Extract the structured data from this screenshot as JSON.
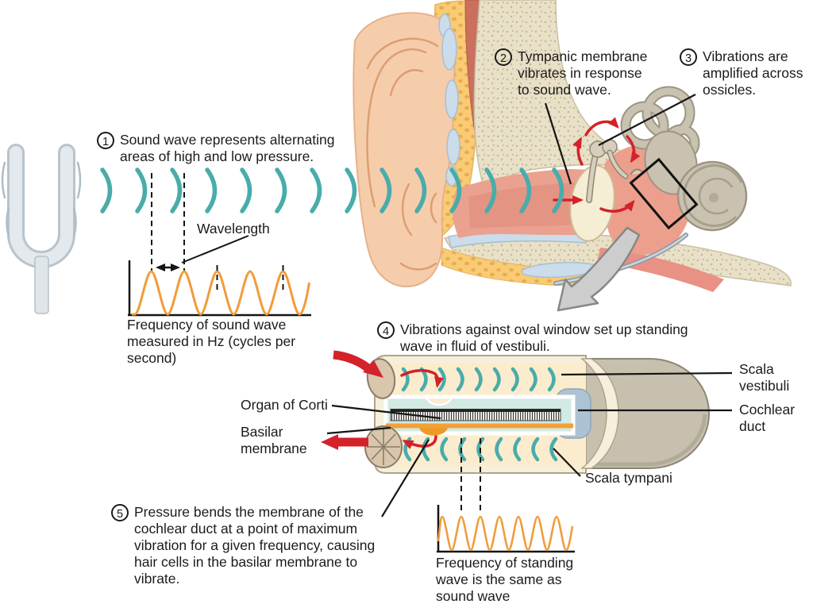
{
  "annotations": {
    "step1": {
      "number": "1",
      "text": "Sound wave represents alternating areas of high and low pressure."
    },
    "step2": {
      "number": "2",
      "text": "Tympanic membrane vibrates in response to sound wave."
    },
    "step3": {
      "number": "3",
      "text": "Vibrations are amplified across ossicles."
    },
    "step4": {
      "number": "4",
      "text": "Vibrations against oval window set up standing wave in fluid of vestibuli."
    },
    "step5": {
      "number": "5",
      "text": "Pressure bends the membrane of the cochlear duct at a point of maximum vibration for a given frequency, causing hair cells in the basilar membrane to vibrate."
    }
  },
  "labels": {
    "wavelength": "Wavelength",
    "sound_wave_caption": "Frequency of sound wave measured in Hz (cycles per second)",
    "standing_wave_caption": "Frequency of standing wave is the same as sound wave",
    "scala_vestibuli": "Scala vestibuli",
    "cochlear_duct": "Cochlear duct",
    "scala_tympani": "Scala tympani",
    "organ_of_corti": "Organ of Corti",
    "basilar_membrane": "Basilar membrane"
  },
  "colors": {
    "sound_wave_teal": "#49acab",
    "waveform_orange": "#f09c3c",
    "arrow_red": "#d3222a",
    "skin": "#f6cdab",
    "fat_yellow": "#f8cb74",
    "cartilage_blue": "#cbdcea",
    "muscle_red": "#cb6f5e",
    "bone_beige": "#e8e0c7",
    "inner_ear_grey": "#c9c2b1",
    "cochlear_duct_blue": "#d2e9e4",
    "basilar_membrane_orange": "#f2a138",
    "cochlea_capsule_grey": "#c7c0af"
  }
}
